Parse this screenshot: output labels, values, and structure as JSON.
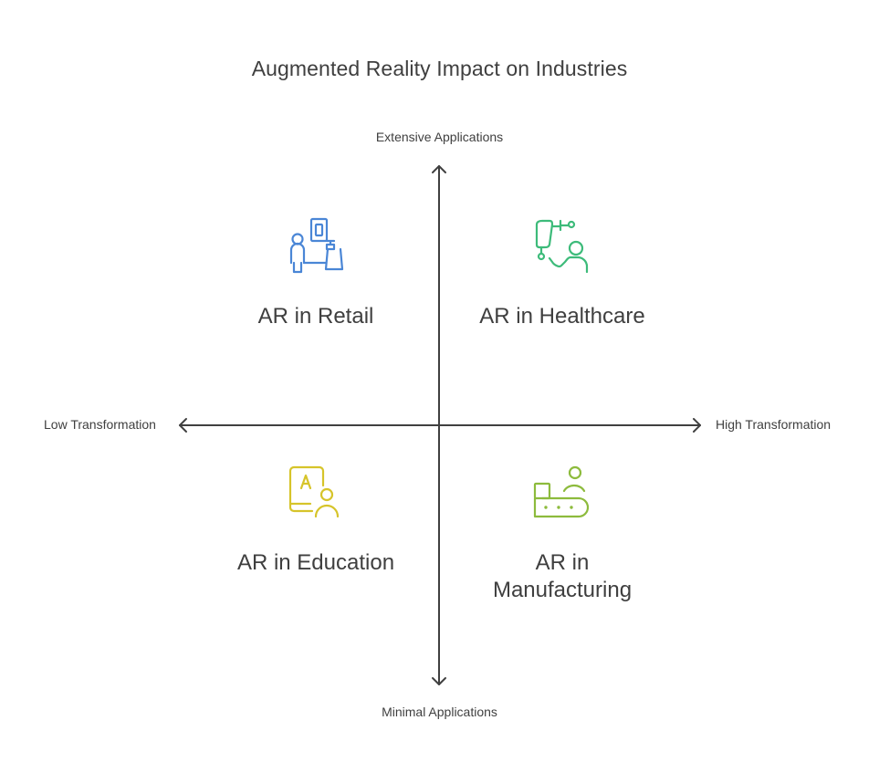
{
  "title": "Augmented Reality Impact on Industries",
  "axes": {
    "top": "Extensive Applications",
    "bottom": "Minimal Applications",
    "left": "Low Transformation",
    "right": "High Transformation"
  },
  "quadrants": {
    "top_left": {
      "label": "AR in Retail",
      "icon": "retail-shopper-icon",
      "color": "#4a86d6"
    },
    "top_right": {
      "label": "AR in Healthcare",
      "icon": "healthcare-device-icon",
      "color": "#3dbb7a"
    },
    "bottom_left": {
      "label": "AR in Education",
      "icon": "education-tablet-icon",
      "color": "#d6c42a"
    },
    "bottom_right": {
      "label": "AR in Manufacturing",
      "icon": "conveyor-worker-icon",
      "color": "#8dbb3d"
    }
  },
  "colors": {
    "axis": "#404040",
    "text": "#3f3f3f"
  }
}
